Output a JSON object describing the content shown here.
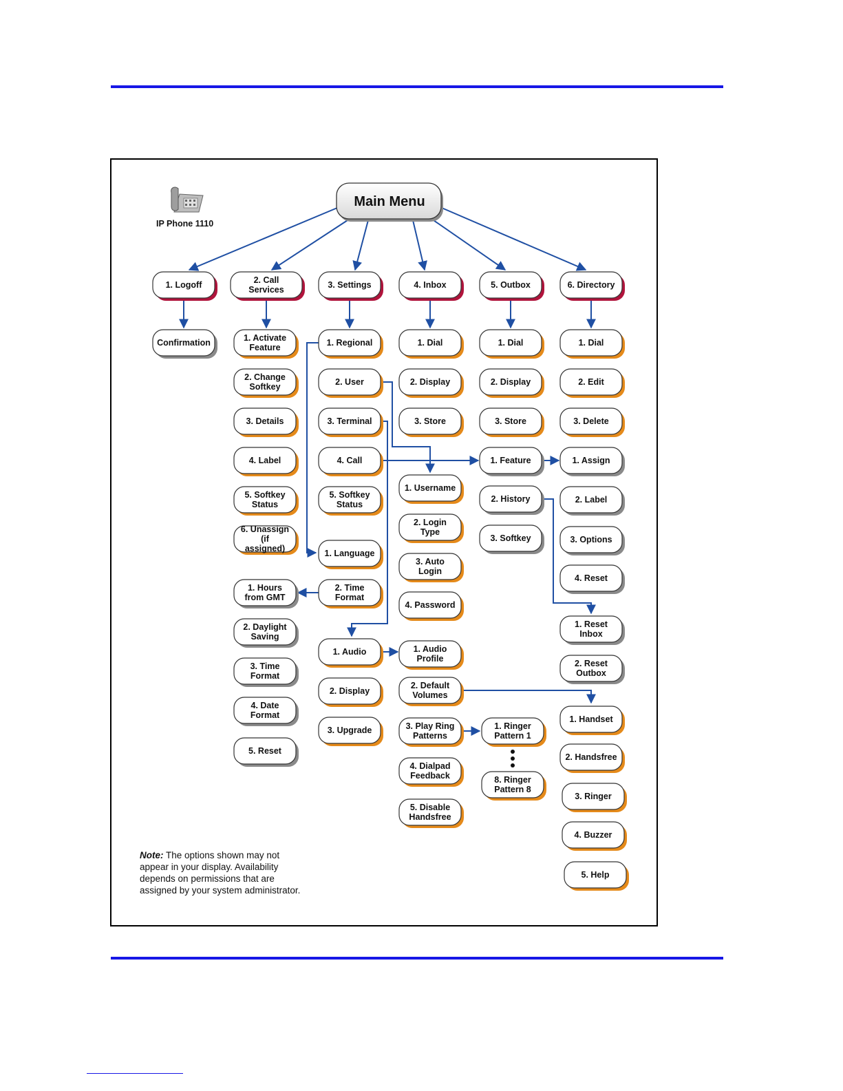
{
  "colors": {
    "rule": "#1717e6",
    "arrow": "#1f4fa3",
    "shadow_red": "#b0143c",
    "shadow_orange": "#e58a1a",
    "shadow_gray": "#8a8a8a"
  },
  "header": {
    "device_label": "IP Phone 1110",
    "device_icon": "desk-phone-icon"
  },
  "main_menu": {
    "label": "Main Menu"
  },
  "menus": [
    {
      "label": "1. Logoff",
      "items": [
        "Confirmation"
      ]
    },
    {
      "label": "2. Call Services",
      "items": [
        "1. Activate Feature",
        "2. Change Softkey",
        "3. Details",
        "4. Label",
        "5. Softkey Status",
        "6. Unassign (if assigned)"
      ]
    },
    {
      "label": "3. Settings",
      "items": [
        "1. Regional",
        "2. User",
        "3. Terminal",
        "4. Call",
        "5. Softkey Status"
      ]
    },
    {
      "label": "4. Inbox",
      "items": [
        "1. Dial",
        "2. Display",
        "3. Store"
      ]
    },
    {
      "label": "5. Outbox",
      "items": [
        "1. Dial",
        "2. Display",
        "3. Store"
      ]
    },
    {
      "label": "6. Directory",
      "items": [
        "1. Dial",
        "2. Edit",
        "3. Delete"
      ]
    }
  ],
  "regional_submenu": [
    "1. Language",
    "2. Time Format"
  ],
  "time_format_submenu": [
    "1. Hours from GMT",
    "2. Daylight Saving",
    "3. Time Format",
    "4. Date Format",
    "5. Reset"
  ],
  "user_submenu": [
    "1. Username",
    "2. Login Type",
    "3. Auto Login",
    "4. Password"
  ],
  "terminal_submenu": [
    "1. Audio",
    "2. Display",
    "3. Upgrade"
  ],
  "audio_submenu": [
    "1. Audio Profile",
    "2. Default Volumes",
    "3. Play Ring Patterns",
    "4. Dialpad Feedback",
    "5. Disable Handsfree"
  ],
  "ring_patterns": [
    "1. Ringer Pattern 1",
    "8. Ringer Pattern 8"
  ],
  "call_submenu": [
    "1. Feature",
    "2. History",
    "3. Softkey"
  ],
  "feature_submenu": [
    "1. Assign",
    "2. Label",
    "3. Options",
    "4. Reset"
  ],
  "history_submenu": [
    "1. Reset Inbox",
    "2. Reset Outbox"
  ],
  "volumes_submenu": [
    "1. Handset",
    "2. Handsfree",
    "3. Ringer",
    "4. Buzzer",
    "5. Help"
  ],
  "note": {
    "heading": "Note:",
    "text": "The options shown may not appear in your display. Availability depends on permissions that are assigned by your system administrator."
  }
}
